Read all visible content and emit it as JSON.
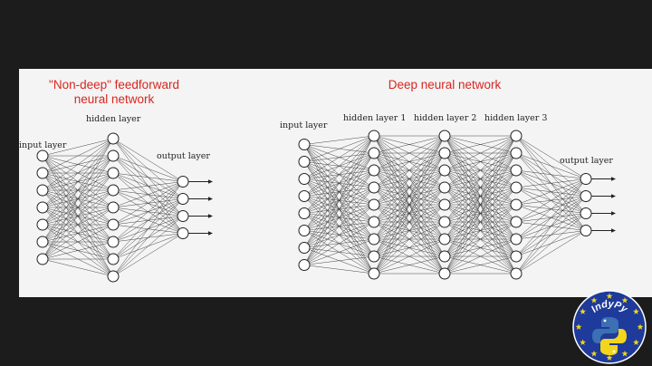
{
  "left_diagram": {
    "title_line1": "\"Non-deep\" feedforward",
    "title_line2": "neural network",
    "labels": [
      "input layer",
      "hidden layer",
      "output layer"
    ],
    "layer_sizes": [
      7,
      9,
      4
    ]
  },
  "right_diagram": {
    "title": "Deep neural network",
    "labels": [
      "input layer",
      "hidden layer 1",
      "hidden layer 2",
      "hidden layer 3",
      "output layer"
    ],
    "layer_sizes": [
      8,
      9,
      9,
      9,
      4
    ]
  },
  "logo": {
    "text": "IndyPy",
    "icon": "python-logo-icon"
  },
  "colors": {
    "background": "#1c1c1c",
    "slide": "#f4f4f4",
    "title": "#d8261f",
    "logo_blue": "#1e3a9a",
    "logo_star": "#f2d51c"
  }
}
